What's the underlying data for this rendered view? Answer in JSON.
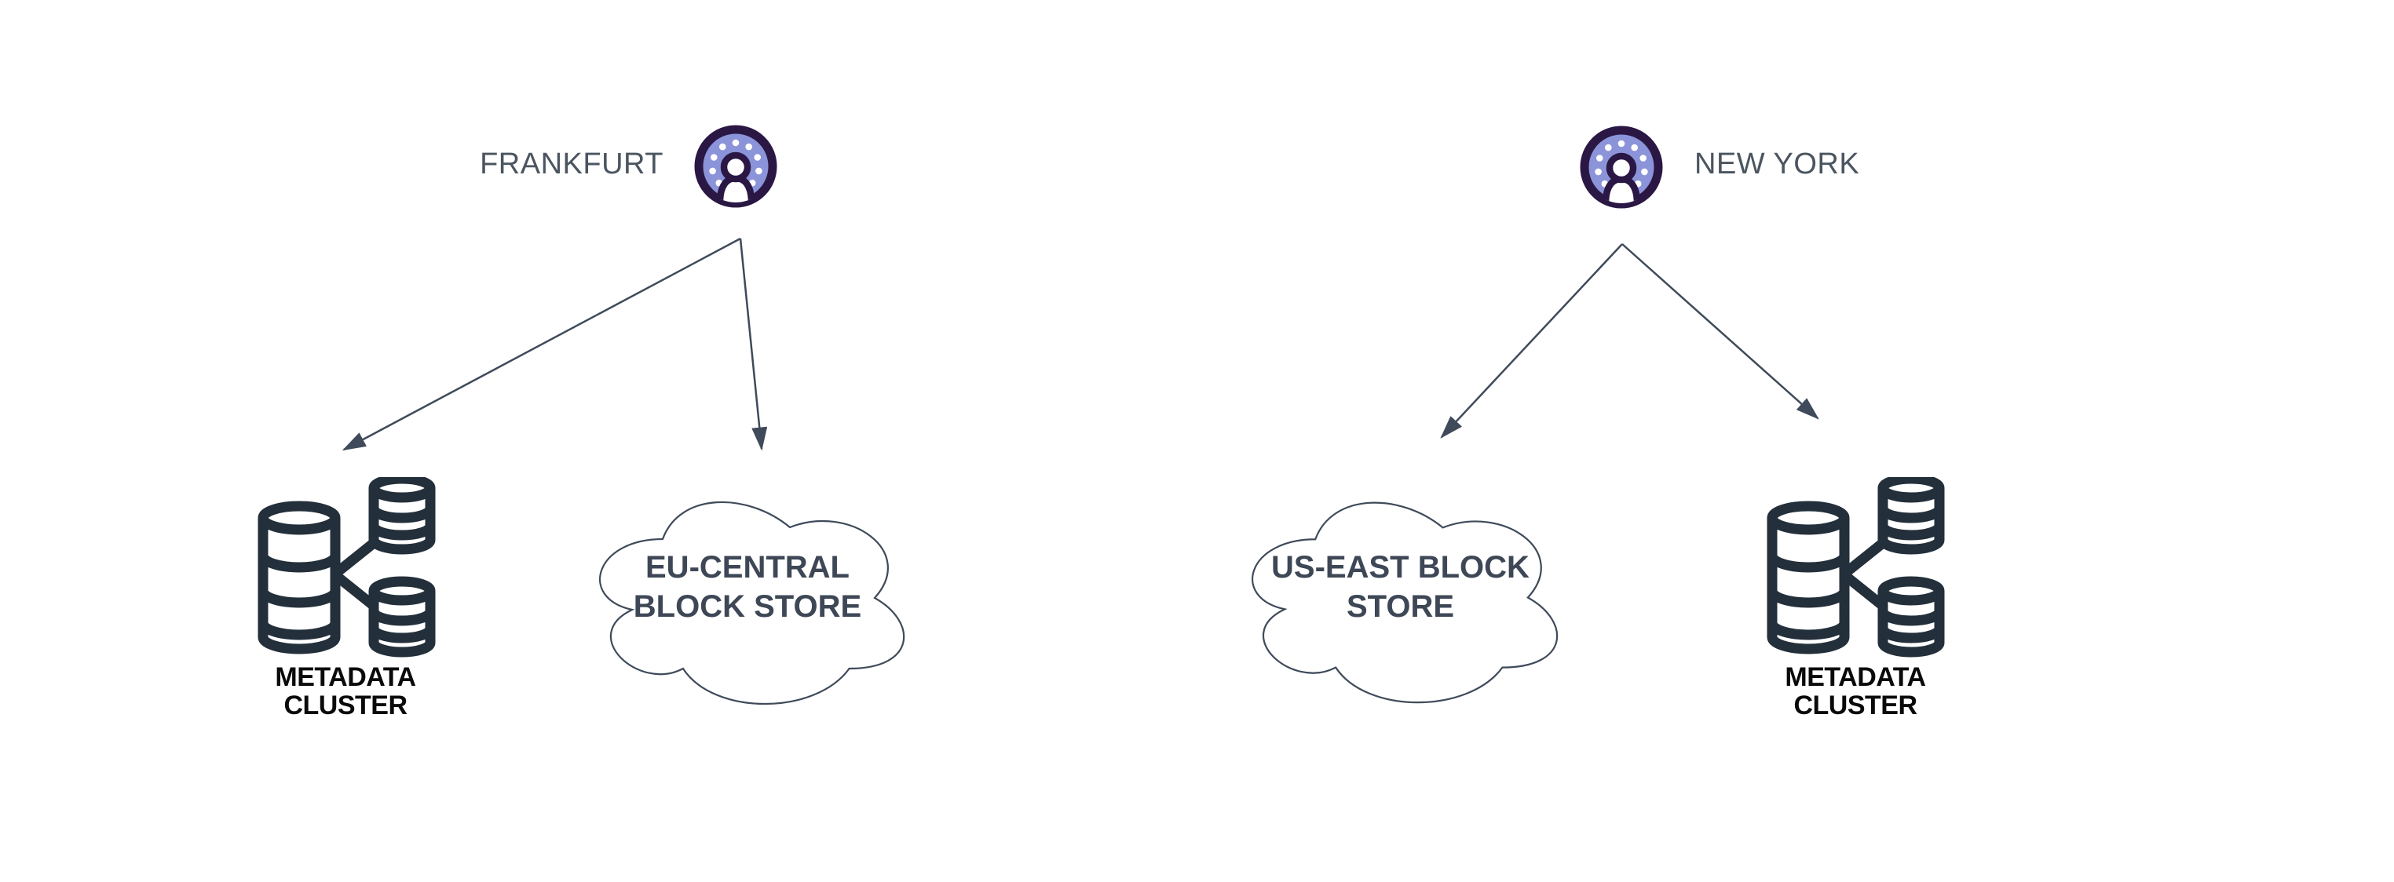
{
  "colors": {
    "background": "#ffffff",
    "slate": "#3f4a5a",
    "region-label": "#4b5560",
    "cloud-text": "#3e4756",
    "metadata-text": "#0a0a0a",
    "db-icon": "#232f3a",
    "user-ring": "#2a1744",
    "user-fill": "#8b93d9",
    "dot-white": "#ffffff"
  },
  "regions": [
    {
      "name": "FRANKFURT",
      "cloud": {
        "line1": "EU-CENTRAL",
        "line2": "BLOCK STORE"
      },
      "cluster": {
        "line1": "METADATA",
        "line2": "CLUSTER"
      }
    },
    {
      "name": "NEW YORK",
      "cloud": {
        "line1": "US-EAST BLOCK",
        "line2": "STORE"
      },
      "cluster": {
        "line1": "METADATA",
        "line2": "CLUSTER"
      }
    }
  ]
}
